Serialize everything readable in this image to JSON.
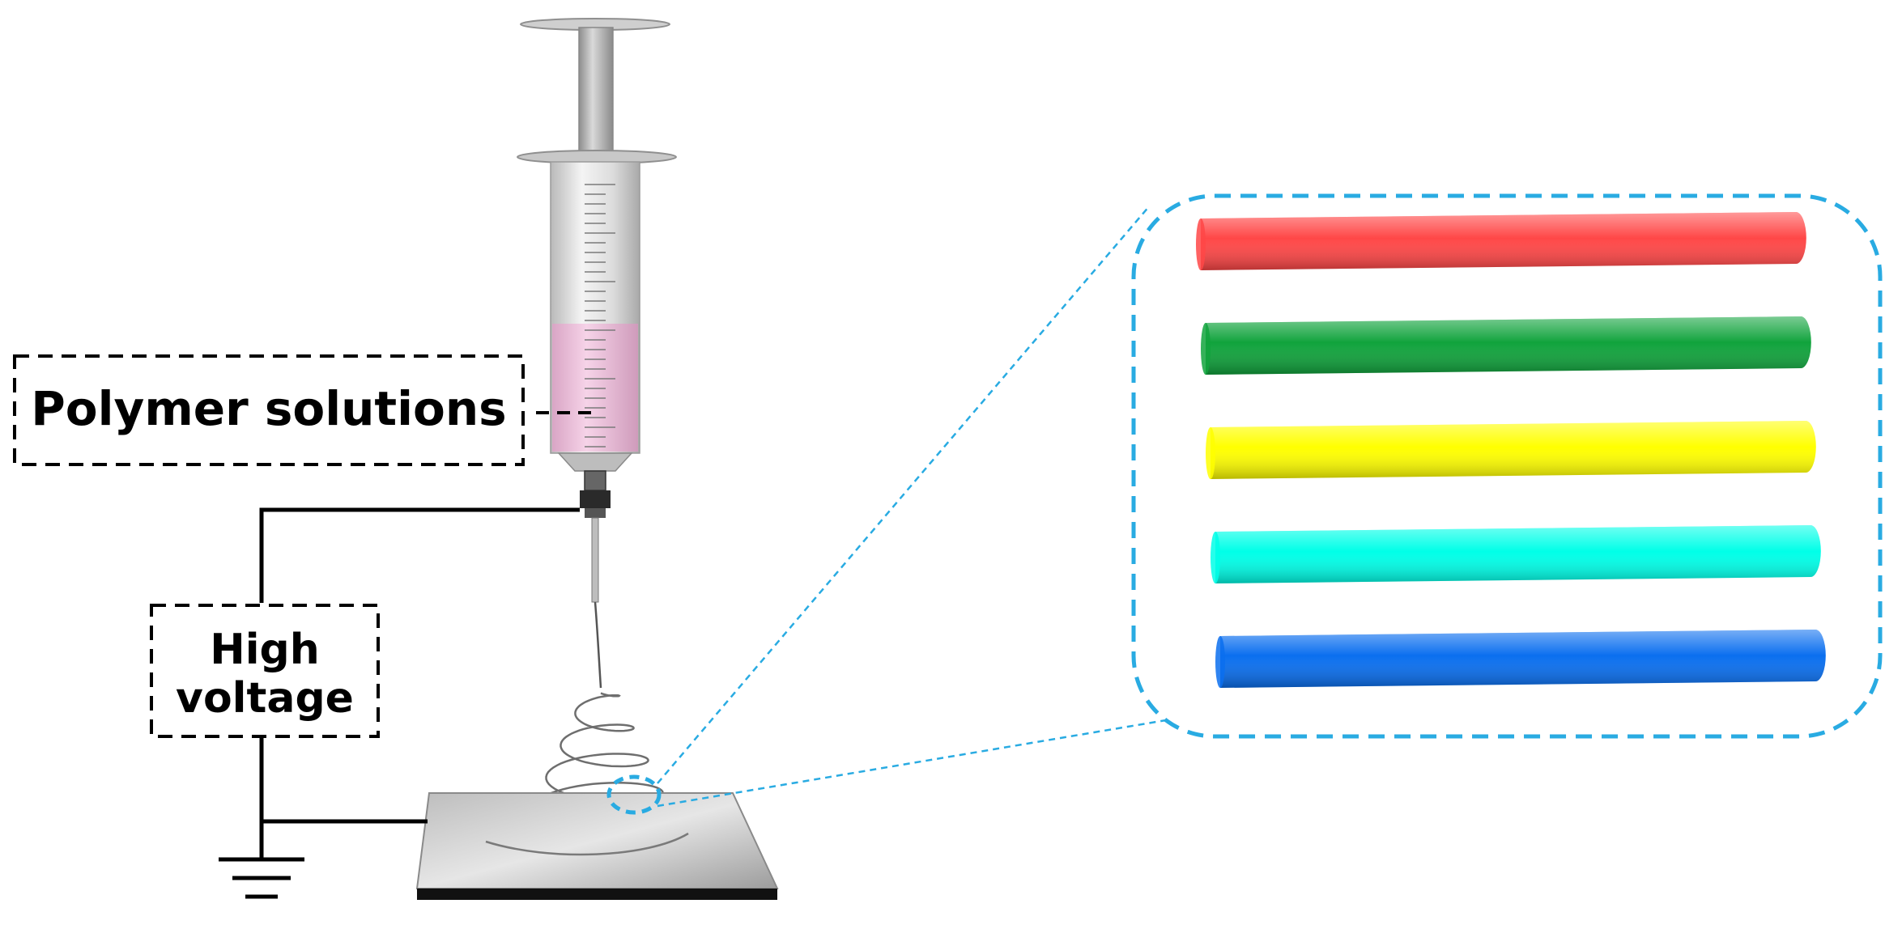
{
  "labels": {
    "polymer": "Polymer solutions",
    "voltage_line1": "High",
    "voltage_line2": "voltage"
  },
  "fibers": [
    {
      "color": "#ff4747"
    },
    {
      "color": "#10a33c"
    },
    {
      "color": "#ffff00"
    },
    {
      "color": "#00ffe8"
    },
    {
      "color": "#0a6fef"
    }
  ],
  "colors": {
    "callout": "#29abe2",
    "wire": "#000000",
    "solution": "#f2bfdc"
  }
}
